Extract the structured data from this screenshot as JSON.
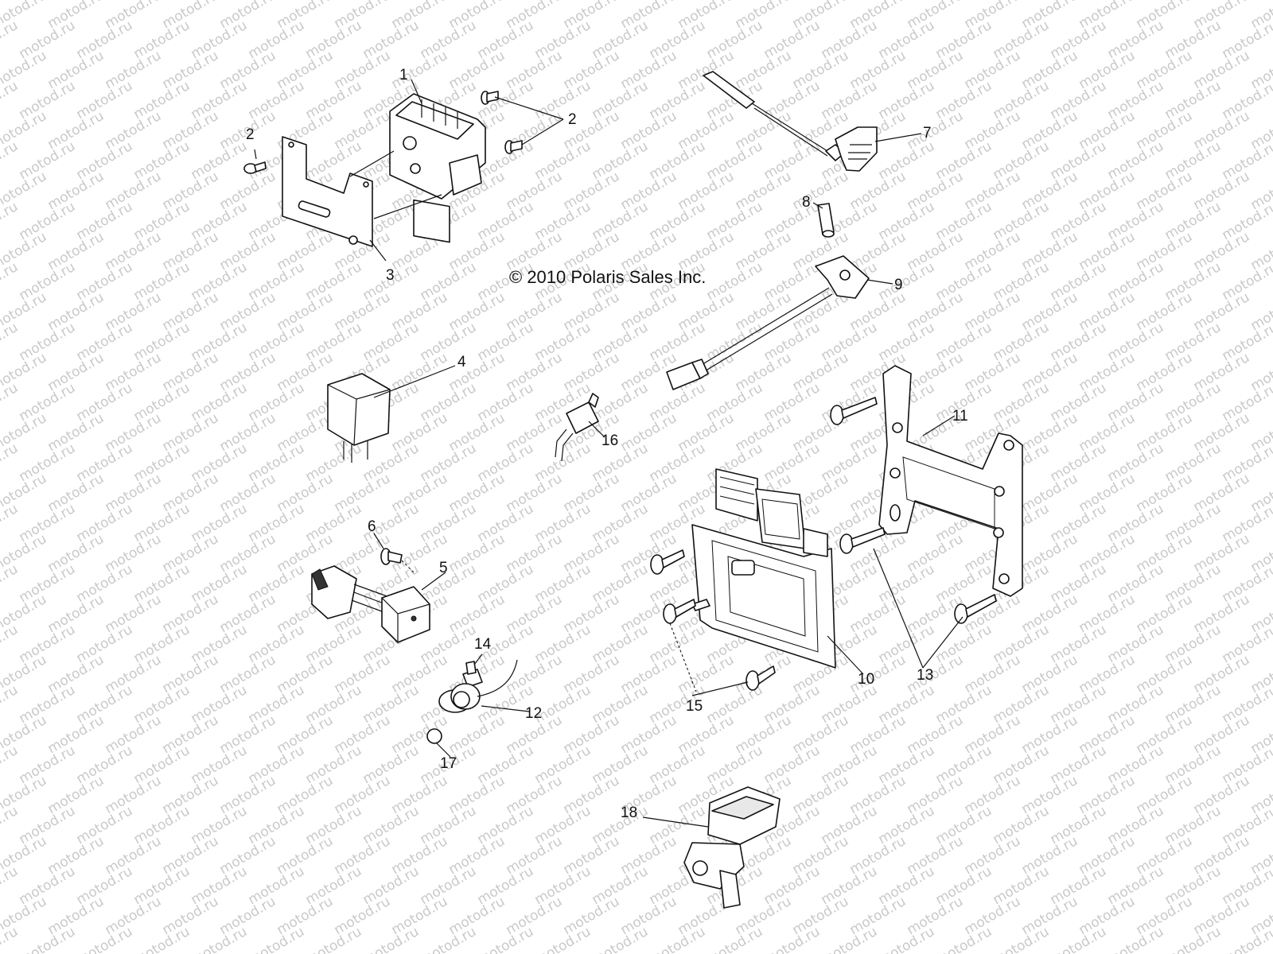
{
  "copyright": "© 2010 Polaris Sales Inc.",
  "watermark": "motod.ru",
  "callouts": [
    {
      "id": "1",
      "label": "1"
    },
    {
      "id": "2a",
      "label": "2"
    },
    {
      "id": "2b",
      "label": "2"
    },
    {
      "id": "3",
      "label": "3"
    },
    {
      "id": "4",
      "label": "4"
    },
    {
      "id": "5",
      "label": "5"
    },
    {
      "id": "6",
      "label": "6"
    },
    {
      "id": "7",
      "label": "7"
    },
    {
      "id": "8",
      "label": "8"
    },
    {
      "id": "9",
      "label": "9"
    },
    {
      "id": "10",
      "label": "10"
    },
    {
      "id": "11",
      "label": "11"
    },
    {
      "id": "12",
      "label": "12"
    },
    {
      "id": "13",
      "label": "13"
    },
    {
      "id": "14",
      "label": "14"
    },
    {
      "id": "15",
      "label": "15"
    },
    {
      "id": "16",
      "label": "16"
    },
    {
      "id": "17",
      "label": "17"
    },
    {
      "id": "18",
      "label": "18"
    }
  ]
}
